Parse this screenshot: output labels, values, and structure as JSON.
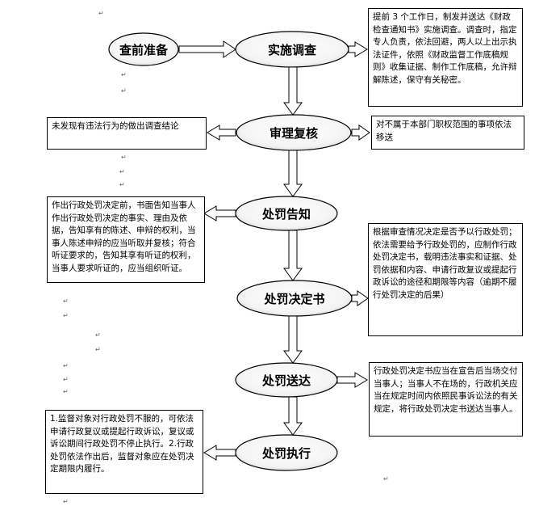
{
  "steps": [
    "查前准备",
    "实施调查",
    "审理复核",
    "处罚告知",
    "处罚决定书",
    "处罚送达",
    "处罚执行"
  ],
  "notes": {
    "investigation": "提前 3 个工作日，制发并送达《财政检查通知书》实施调查。调查时，指定专人负责，依法回避，两人以上出示执法证件，依照《财政监督工作底稿规则》收集证据、制作工作底稿，允许辩解陈述，保守有关秘密。",
    "no_violation": "未发现有违法行为的做出调查结论",
    "transfer": "对不属于本部门职权范围的事项依法移送",
    "notification": "作出行政处罚决定前，书面告知当事人作出行政处罚决定的事实、理由及依据，告知享有的陈述、申辩的权利，当事人陈述申辩的应当听取并复核；符合听证要求的，告知其享有听证的权利，当事人要求听证的，应当组织听证。",
    "decision": "根据审查情况决定是否予以行政处罚；依法需要给予行政处罚的，应制作行政处罚决定书，载明违法事实和证据、处罚依据和内容、申请行政复议或提起行政诉讼的途径和期限等内容（逾期不履行处罚决定的后果）",
    "service": "行政处罚决定书应当在宣告后当场交付当事人；当事人不在场的，行政机关应当在规定时间内依照民事诉讼法的有关规定，将行政处罚决定书送达当事人。",
    "execution": "1.监督对象对行政处罚不服的，可依法申请行政复议或提起行政诉讼，复议或诉讼期间行政处罚不停止执行。2.行政处罚依法作出后，监督对象应在处罚决定期限内履行。"
  }
}
